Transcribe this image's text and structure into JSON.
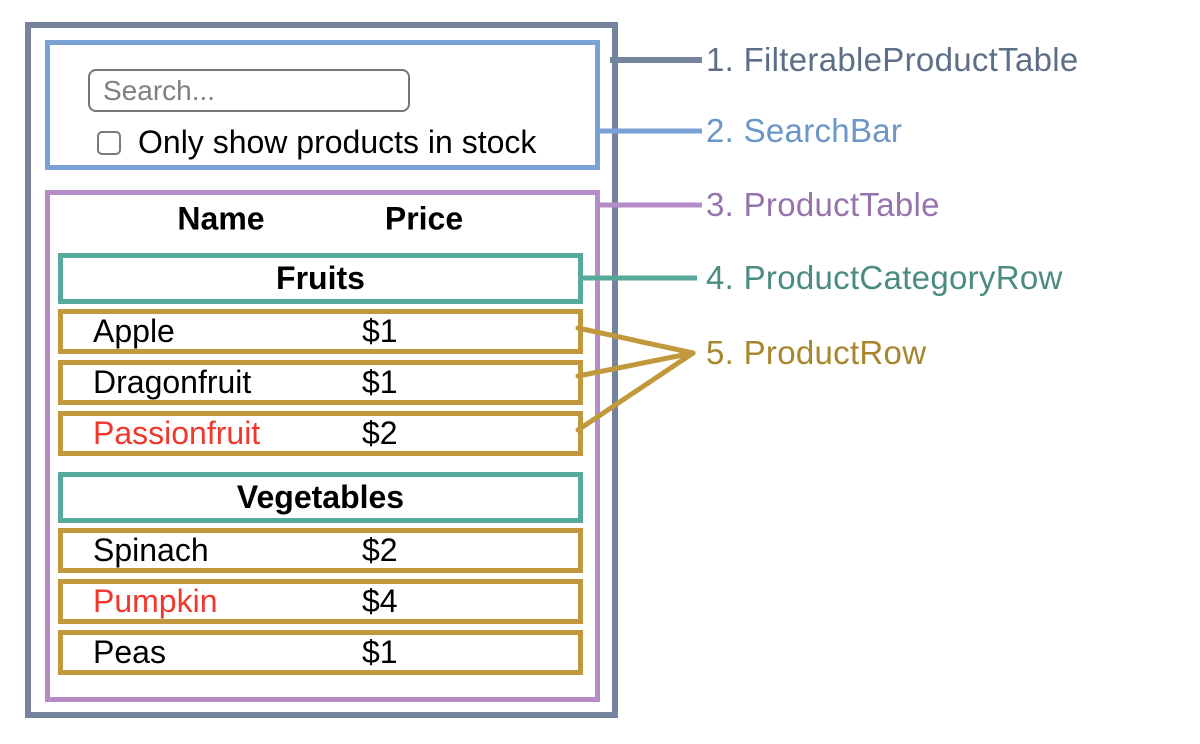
{
  "ui": {
    "search": {
      "placeholder": "Search..."
    },
    "checkbox": {
      "label": "Only show products in stock",
      "checked": false
    },
    "table": {
      "columns": {
        "name": "Name",
        "price": "Price"
      },
      "sections": [
        {
          "category": "Fruits",
          "rows": [
            {
              "name": "Apple",
              "price": "$1",
              "in_stock": true
            },
            {
              "name": "Dragonfruit",
              "price": "$1",
              "in_stock": true
            },
            {
              "name": "Passionfruit",
              "price": "$2",
              "in_stock": false
            }
          ]
        },
        {
          "category": "Vegetables",
          "rows": [
            {
              "name": "Spinach",
              "price": "$2",
              "in_stock": true
            },
            {
              "name": "Pumpkin",
              "price": "$4",
              "in_stock": false
            },
            {
              "name": "Peas",
              "price": "$1",
              "in_stock": true
            }
          ]
        }
      ]
    }
  },
  "annotations": {
    "labels": [
      {
        "text": "1. FilterableProductTable",
        "color": "#5d6e89"
      },
      {
        "text": "2. SearchBar",
        "color": "#6b96c8"
      },
      {
        "text": "3. ProductTable",
        "color": "#9773ad"
      },
      {
        "text": "4. ProductCategoryRow",
        "color": "#4a8c80"
      },
      {
        "text": "5. ProductRow",
        "color": "#a8862e"
      }
    ]
  },
  "colors": {
    "filterable_product_table_border": "#75849c",
    "search_bar_border": "#7aa2d6",
    "product_table_border": "#b48cc8",
    "product_category_row_border": "#57a99b",
    "product_row_border": "#c2983c",
    "out_of_stock_text": "#f0372b",
    "input_border": "#767676",
    "placeholder_text": "#7f7f7f",
    "body_text": "#000000",
    "background": "#ffffff"
  }
}
